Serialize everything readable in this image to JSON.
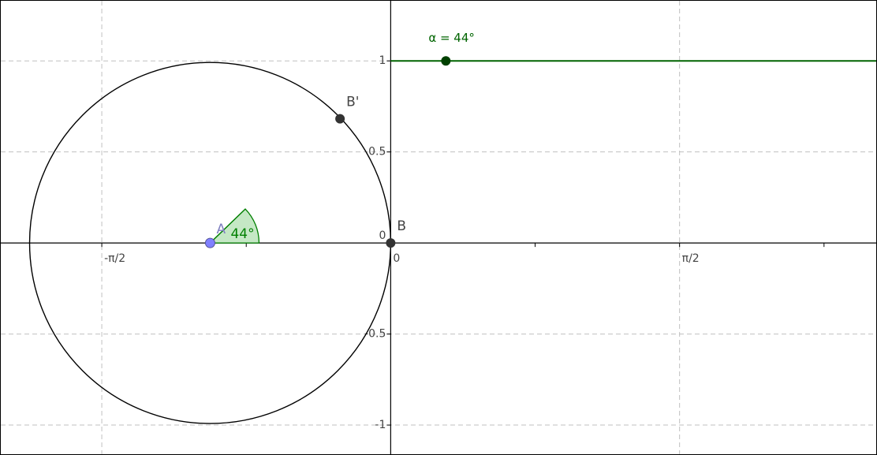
{
  "axes": {
    "x_ticks": [
      {
        "value": -1.5708,
        "label": "-π/2"
      },
      {
        "value": 0,
        "label": "0"
      },
      {
        "value": 1.5708,
        "label": "π/2"
      }
    ],
    "y_ticks": [
      {
        "value": 1,
        "label": "1"
      },
      {
        "value": 0.5,
        "label": "0.5"
      },
      {
        "value": -0.5,
        "label": "-0.5"
      },
      {
        "value": -1,
        "label": "-1"
      }
    ],
    "origin_y_label": "0",
    "x_minor_step": 0.7854,
    "x_range": [
      -2.12,
      2.64
    ],
    "y_range": [
      -1.16,
      1.33
    ],
    "grid": true
  },
  "circle": {
    "center": {
      "label": "A",
      "x": -0.9817,
      "y": 0
    },
    "radius": 0.9817
  },
  "points": {
    "B": {
      "label": "B",
      "x": 0,
      "y": 0
    },
    "B_prime": {
      "label": "B'",
      "x": -0.2755,
      "y": 0.682
    }
  },
  "angle": {
    "label": "44°",
    "degrees": 44
  },
  "slider": {
    "label": "α = 44°",
    "value_degrees": 44,
    "y": 1,
    "point_x": 0.3
  },
  "colors": {
    "axes": "#000000",
    "grid": "#c0c0c0",
    "circle": "#000000",
    "point_dark": "#333333",
    "point_A": "#8080ff",
    "label_A": "#8080c0",
    "angle_fill": "#bfe6bf",
    "angle_stroke": "#007f00",
    "slider_line": "#006400",
    "slider_point": "#004000",
    "slider_text": "#006400",
    "label_text": "#444444"
  }
}
